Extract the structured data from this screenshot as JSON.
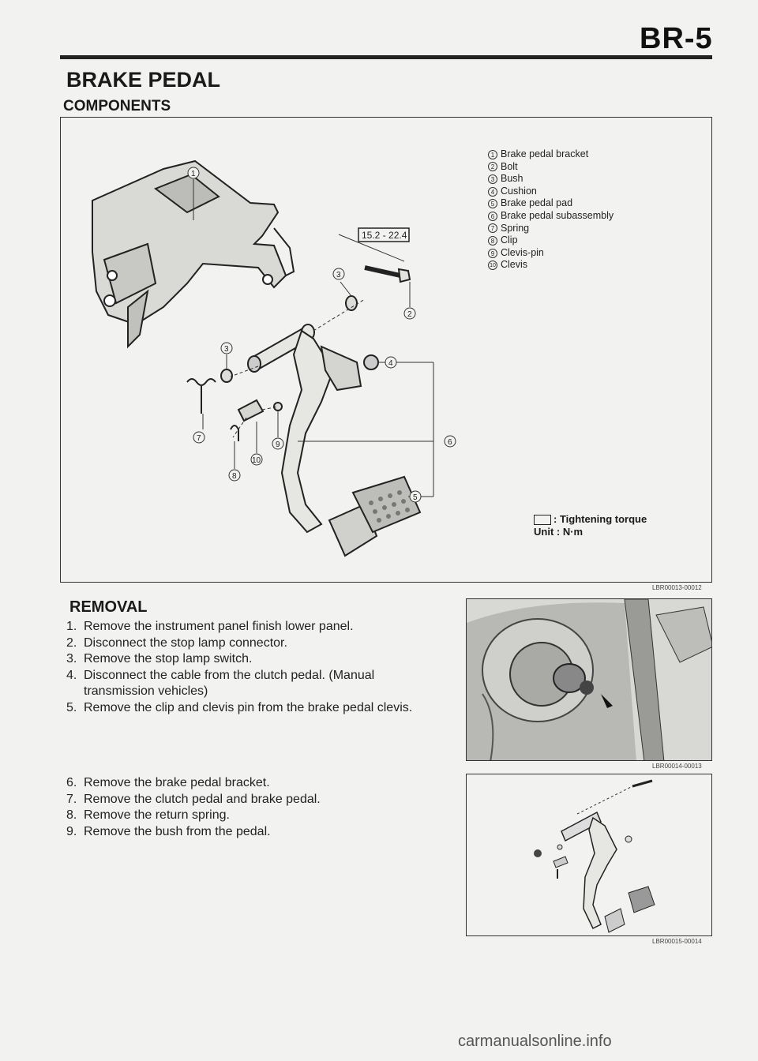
{
  "page": {
    "code": "BR-5"
  },
  "section": {
    "title": "BRAKE PEDAL",
    "subtitle": "COMPONENTS"
  },
  "figure_main": {
    "code": "LBR00013-00012",
    "torque_value": "15.2 - 22.4",
    "legend": [
      {
        "num": "1",
        "label": "Brake pedal bracket"
      },
      {
        "num": "2",
        "label": "Bolt"
      },
      {
        "num": "3",
        "label": "Bush"
      },
      {
        "num": "4",
        "label": "Cushion"
      },
      {
        "num": "5",
        "label": "Brake pedal pad"
      },
      {
        "num": "6",
        "label": "Brake pedal subassembly"
      },
      {
        "num": "7",
        "label": "Spring"
      },
      {
        "num": "8",
        "label": "Clip"
      },
      {
        "num": "9",
        "label": "Clevis-pin"
      },
      {
        "num": "10",
        "label": "Clevis"
      }
    ],
    "torque_note": ": Tightening torque",
    "unit_note": "Unit : N·m"
  },
  "removal": {
    "heading": "REMOVAL",
    "steps_a": [
      {
        "num": "1.",
        "text": "Remove the instrument panel finish lower panel."
      },
      {
        "num": "2.",
        "text": "Disconnect the stop lamp connector."
      },
      {
        "num": "3.",
        "text": "Remove the stop lamp switch."
      },
      {
        "num": "4.",
        "text": "Disconnect the cable from the clutch pedal. (Manual transmission vehicles)"
      },
      {
        "num": "5.",
        "text": "Remove the clip and clevis pin from the brake pedal clevis."
      }
    ],
    "steps_b": [
      {
        "num": "6.",
        "text": "Remove the brake pedal bracket."
      },
      {
        "num": "7.",
        "text": "Remove the clutch pedal and brake pedal."
      },
      {
        "num": "8.",
        "text": "Remove the return spring."
      },
      {
        "num": "9.",
        "text": "Remove the bush from the pedal."
      }
    ]
  },
  "figure_photo": {
    "code": "LBR00014-00013"
  },
  "figure_small": {
    "code": "LBR00015-00014"
  },
  "watermark": {
    "text": "carmanualsonline.info"
  }
}
